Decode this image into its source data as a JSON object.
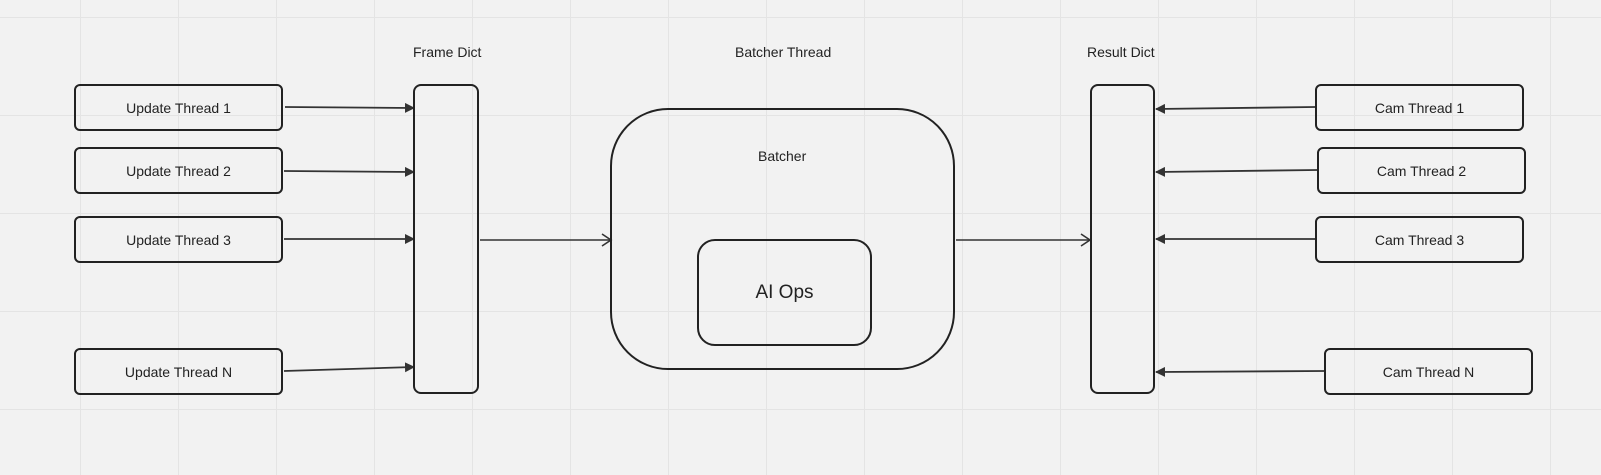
{
  "labels": {
    "frame_dict": "Frame Dict",
    "batcher_thread": "Batcher Thread",
    "result_dict": "Result Dict",
    "batcher": "Batcher",
    "ai_ops": "AI Ops"
  },
  "update_threads": [
    "Update Thread 1",
    "Update Thread 2",
    "Update Thread 3",
    "Update Thread N"
  ],
  "cam_threads": [
    "Cam Thread 1",
    "Cam Thread 2",
    "Cam Thread 3",
    "Cam Thread N"
  ],
  "colors": {
    "background": "#f2f2f2",
    "grid": "#e4e4e4",
    "stroke": "#222222"
  }
}
